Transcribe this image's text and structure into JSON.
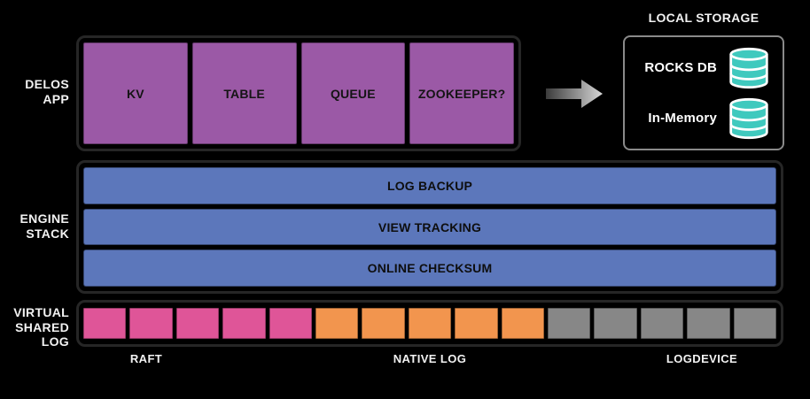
{
  "colors": {
    "background": "#000000",
    "app_box": "#9b59a6",
    "engine_bar": "#5c77bb",
    "raft": "#df5598",
    "native_log": "#f2954e",
    "logdevice": "#878787",
    "database": "#3fc9be",
    "container_border": "#262626",
    "storage_border": "#8a8a8a",
    "arrow_gradient": [
      "#3b3b3b",
      "#d8d8d8"
    ]
  },
  "left_labels": {
    "delos_app": "DELOS\nAPP",
    "engine_stack": "ENGINE\nSTACK",
    "virtual_shared_log": "VIRTUAL\nSHARED\nLOG"
  },
  "delos_row": {
    "boxes": [
      "KV",
      "TABLE",
      "QUEUE",
      "ZOOKEEPER?"
    ]
  },
  "local_storage": {
    "title": "LOCAL STORAGE",
    "items": [
      {
        "label": "ROCKS DB"
      },
      {
        "label": "In-Memory"
      }
    ]
  },
  "engine_stack": {
    "bars": [
      "LOG BACKUP",
      "VIEW TRACKING",
      "ONLINE CHECKSUM"
    ]
  },
  "virtual_shared_log": {
    "segments": [
      {
        "label": "RAFT",
        "count": 5,
        "color": "#df5598"
      },
      {
        "label": "NATIVE LOG",
        "count": 5,
        "color": "#f2954e"
      },
      {
        "label": "LOGDEVICE",
        "count": 5,
        "color": "#878787"
      }
    ]
  }
}
